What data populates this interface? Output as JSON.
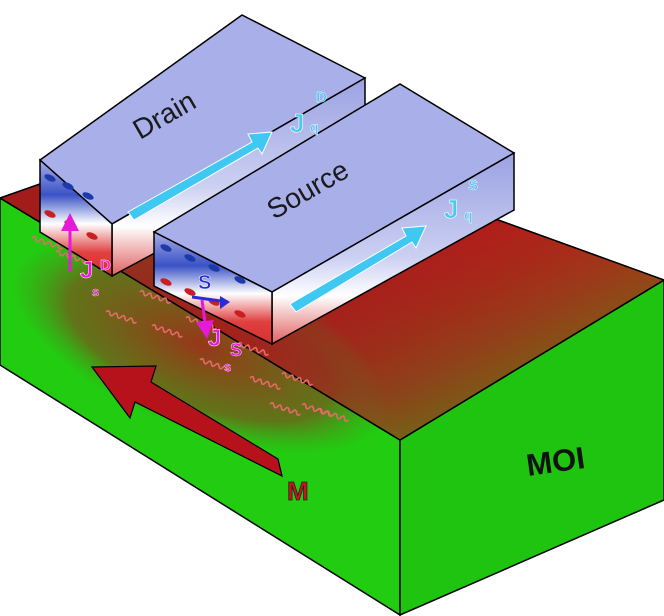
{
  "labels": {
    "drain": "Drain",
    "source": "Source",
    "substrate": "MOI",
    "magnetization": "M",
    "current_symbol": "J",
    "charge_sub": "q",
    "spin_sub": "s",
    "drain_sup": "D",
    "source_sup": "S",
    "spin_vector": "S"
  },
  "colors": {
    "substrate_green": "#22cc11",
    "substrate_top_red": "#b51a1e",
    "electrode_blue": "#aab0e8",
    "current_arrow": "#3fc8f2",
    "spin_current_magenta": "#e619d9",
    "spin_vector_blue": "#2a2ad6",
    "magnetization_arrow": "#b5121b",
    "magnon_wave": "#e05a5a"
  }
}
